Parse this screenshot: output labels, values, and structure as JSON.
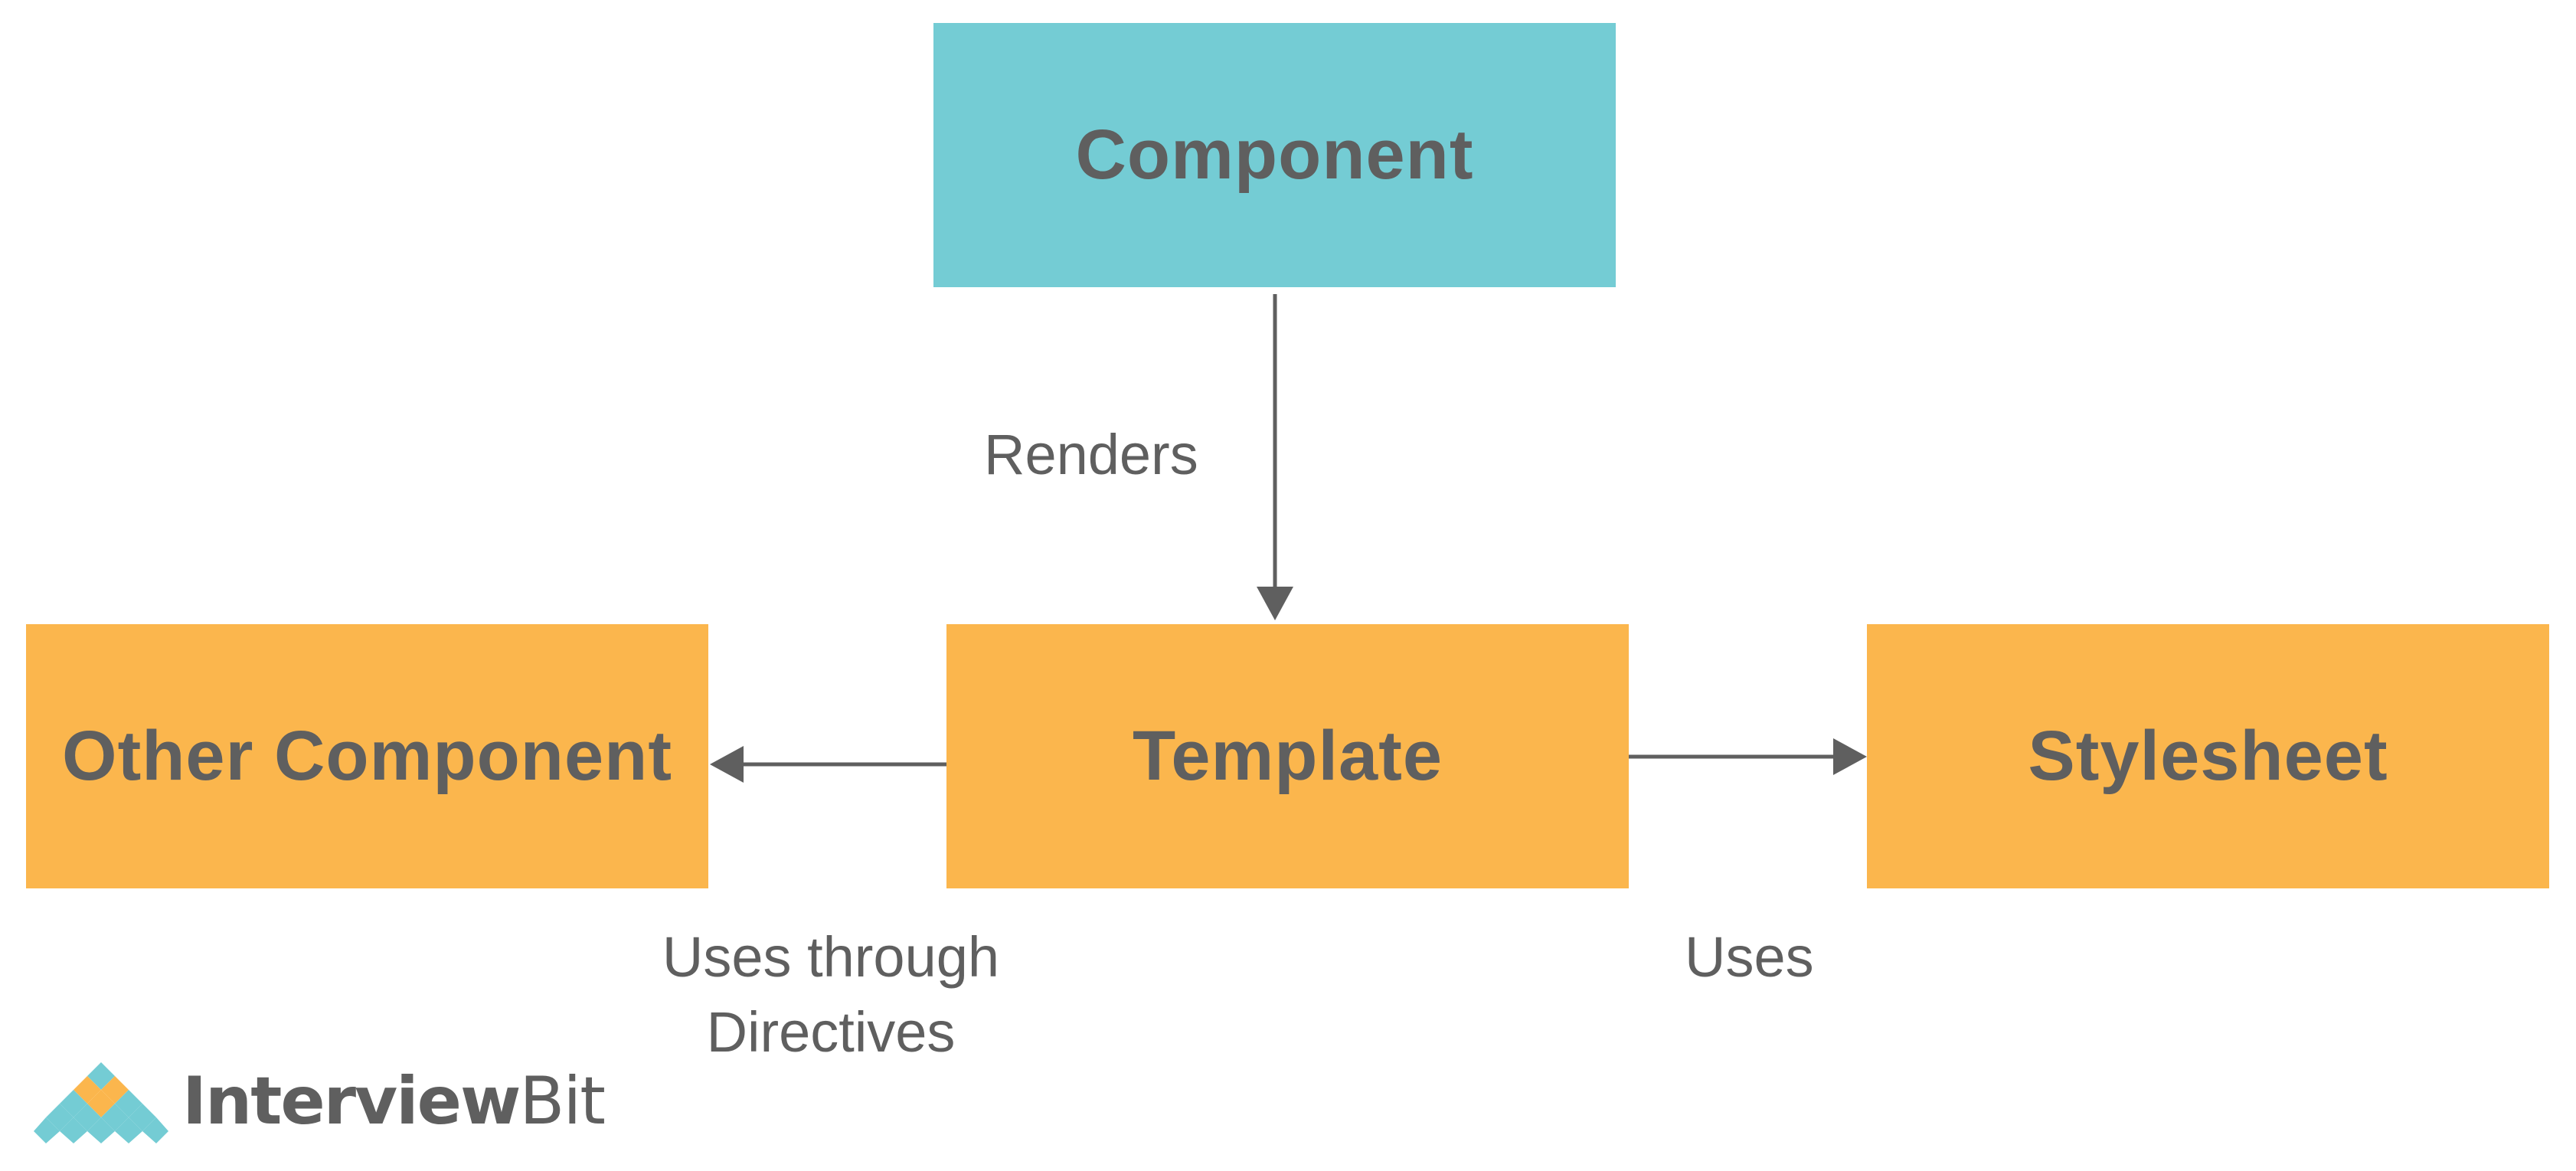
{
  "nodes": {
    "component": "Component",
    "other_component": "Other Component",
    "template": "Template",
    "stylesheet": "Stylesheet"
  },
  "edges": {
    "renders": "Renders",
    "uses_through_line1": "Uses through",
    "uses_through_line2": "Directives",
    "uses": "Uses"
  },
  "logo": {
    "part1": "Interview",
    "part2": "Bit"
  },
  "colors": {
    "teal": "#74ccd4",
    "orange": "#fbb64d",
    "text": "#5f5f5f",
    "arrow": "#5f5f5f"
  }
}
